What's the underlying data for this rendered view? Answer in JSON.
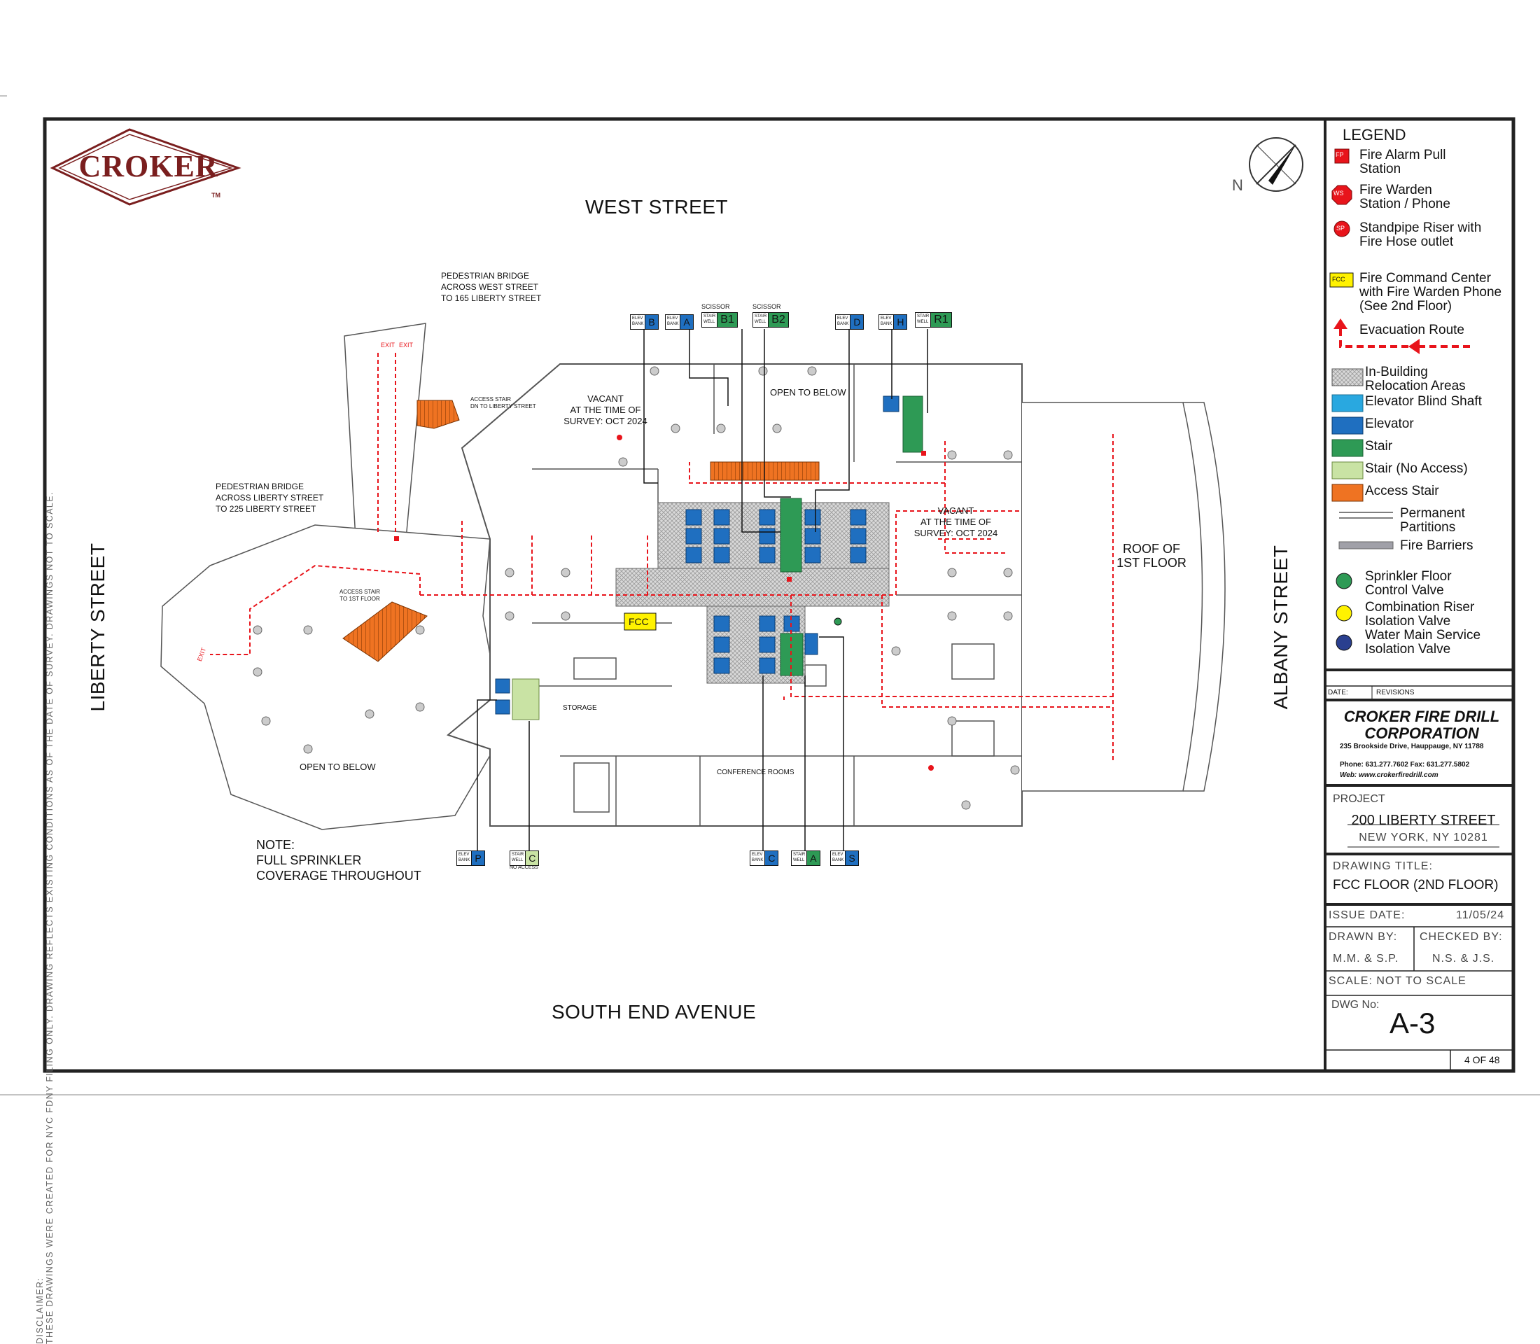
{
  "logo": {
    "text": "CROKER",
    "tm": "TM"
  },
  "disclaimer": {
    "line1": "DISCLAIMER:",
    "line2": "THESE DRAWINGS WERE CREATED FOR NYC FDNY FILING ONLY. DRAWING REFLECTS EXISTING CONDITIONS AS OF THE DATE OF SURVEY. DRAWINGS NOT TO SCALE."
  },
  "streets": {
    "west": "WEST STREET",
    "south": "SOUTH END AVENUE",
    "liberty": "LIBERTY STREET",
    "albany": "ALBANY STREET"
  },
  "compass": {
    "n": "N"
  },
  "plan_labels": {
    "bridge_west": [
      "PEDESTRIAN BRIDGE",
      "ACROSS WEST STREET",
      "TO 165 LIBERTY STREET"
    ],
    "bridge_liberty": [
      "PEDESTRIAN BRIDGE",
      "ACROSS LIBERTY STREET",
      "TO 225 LIBERTY STREET"
    ],
    "access_stair_1": [
      "ACCESS STAIR",
      "DN TO LIBERTY STREET"
    ],
    "access_stair_2": [
      "ACCESS STAIR",
      "TO 1ST FLOOR"
    ],
    "vacant_1": [
      "VACANT",
      "AT THE TIME OF",
      "SURVEY: OCT 2024"
    ],
    "vacant_2": [
      "VACANT",
      "AT THE TIME OF",
      "SURVEY: OCT 2024"
    ],
    "open_below_1": "OPEN TO BELOW",
    "open_below_2": "OPEN TO BELOW",
    "roof": [
      "ROOF OF",
      "1ST FLOOR"
    ],
    "storage": "STORAGE",
    "conference": "CONFERENCE ROOMS",
    "fcc": "FCC",
    "exit": "EXIT",
    "scissor": "SCISSOR",
    "no_access": "NO ACCESS",
    "note": [
      "NOTE:",
      "FULL SPRINKLER",
      "COVERAGE THROUGHOUT"
    ]
  },
  "top_tags": [
    {
      "small": [
        "ELEV",
        "BANK"
      ],
      "big": "B",
      "kind": "elevator"
    },
    {
      "small": [
        "ELEV",
        "BANK"
      ],
      "big": "A",
      "kind": "elevator"
    },
    {
      "small": [
        "STAIR",
        "WELL"
      ],
      "big": "B1",
      "kind": "stair"
    },
    {
      "small": [
        "STAIR",
        "WELL"
      ],
      "big": "B2",
      "kind": "stair"
    },
    {
      "small": [
        "ELEV",
        "BANK"
      ],
      "big": "D",
      "kind": "elevator"
    },
    {
      "small": [
        "ELEV",
        "BANK"
      ],
      "big": "H",
      "kind": "elevator"
    },
    {
      "small": [
        "STAIR",
        "WELL"
      ],
      "big": "R1",
      "kind": "stair"
    }
  ],
  "bottom_tags": [
    {
      "small": [
        "ELEV",
        "BANK"
      ],
      "big": "P",
      "kind": "elevator"
    },
    {
      "small": [
        "STAIR",
        "WELL"
      ],
      "big": "C",
      "kind": "noaccess"
    },
    {
      "small": [
        "ELEV",
        "BANK"
      ],
      "big": "C",
      "kind": "elevator"
    },
    {
      "small": [
        "STAIR",
        "WELL"
      ],
      "big": "A",
      "kind": "stair"
    },
    {
      "small": [
        "ELEV",
        "BANK"
      ],
      "big": "S",
      "kind": "elevator"
    }
  ],
  "legend": {
    "title": "LEGEND",
    "items": [
      {
        "icon": "fire-alarm-pull-station",
        "badge": "FP",
        "lines": [
          "Fire Alarm Pull",
          "Station"
        ]
      },
      {
        "icon": "fire-warden-station",
        "badge": "WS",
        "lines": [
          "Fire Warden",
          "Station / Phone"
        ]
      },
      {
        "icon": "standpipe-riser",
        "badge": "SP",
        "lines": [
          "Standpipe Riser with",
          "Fire Hose outlet"
        ]
      },
      {
        "icon": "fire-command-center",
        "badge": "FCC",
        "lines": [
          "Fire Command Center",
          "with Fire Warden Phone",
          "(See 2nd Floor)"
        ]
      },
      {
        "icon": "evacuation-route",
        "badge": "",
        "lines": [
          "Evacuation  Route"
        ]
      },
      {
        "icon": "relocation-area",
        "badge": "",
        "lines": [
          "In-Building",
          "Relocation Areas"
        ]
      },
      {
        "icon": "elevator-blind-shaft",
        "badge": "",
        "lines": [
          "Elevator Blind Shaft"
        ]
      },
      {
        "icon": "elevator",
        "badge": "",
        "lines": [
          "Elevator"
        ]
      },
      {
        "icon": "stair",
        "badge": "",
        "lines": [
          "Stair"
        ]
      },
      {
        "icon": "stair-no-access",
        "badge": "",
        "lines": [
          "Stair (No Access)"
        ]
      },
      {
        "icon": "access-stair",
        "badge": "",
        "lines": [
          "Access Stair"
        ]
      },
      {
        "icon": "permanent-partitions",
        "badge": "",
        "lines": [
          "Permanent",
          "Partitions"
        ]
      },
      {
        "icon": "fire-barriers",
        "badge": "",
        "lines": [
          "Fire Barriers"
        ]
      },
      {
        "icon": "sprinkler-valve",
        "badge": "",
        "lines": [
          "Sprinkler Floor",
          "Control Valve"
        ]
      },
      {
        "icon": "combination-riser-valve",
        "badge": "",
        "lines": [
          "Combination Riser",
          "Isolation Valve"
        ]
      },
      {
        "icon": "water-main-valve",
        "badge": "",
        "lines": [
          "Water Main Service",
          "Isolation Valve"
        ]
      }
    ]
  },
  "title_block": {
    "date_label": "DATE:",
    "revisions_label": "REVISIONS",
    "company": [
      "CROKER FIRE DRILL",
      "CORPORATION"
    ],
    "address": "235 Brookside Drive, Hauppauge, NY 11788",
    "phone": "Phone: 631.277.7602  Fax: 631.277.5802",
    "web": "Web: www.crokerfiredrill.com",
    "project_label": "PROJECT",
    "project_name": "200 LIBERTY STREET",
    "project_city": "NEW YORK, NY 10281",
    "drawing_title_label": "DRAWING TITLE:",
    "drawing_title": "FCC FLOOR (2ND FLOOR)",
    "issue_date_label": "ISSUE DATE:",
    "issue_date": "11/05/24",
    "drawn_by_label": "DRAWN BY:",
    "drawn_by": "M.M. & S.P.",
    "checked_by_label": "CHECKED BY:",
    "checked_by": "N.S. & J.S.",
    "scale": "SCALE: NOT TO SCALE",
    "dwg_label": "DWG No:",
    "dwg_no": "A-3",
    "sheet": "4  OF 48"
  },
  "colors": {
    "border": "#222222",
    "evac_red": "#e8141b",
    "elevator_blue": "#1f6fc0",
    "blind_shaft": "#29a8e0",
    "stair_green": "#2e9a55",
    "stair_no_access": "#c9e3a4",
    "access_stair_orange": "#ef7322",
    "fcc_yellow": "#fff200",
    "logo_maroon": "#7a1e1e"
  }
}
